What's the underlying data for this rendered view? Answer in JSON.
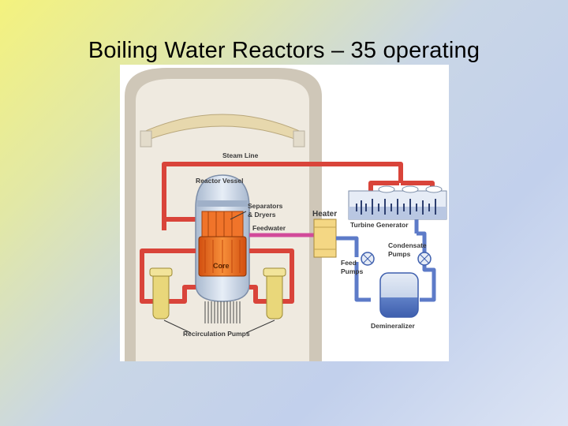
{
  "slide": {
    "title": "Boiling Water Reactors – 35 operating"
  },
  "diagram": {
    "labels": {
      "steam_line": "Steam Line",
      "reactor_vessel": "Reactor Vessel",
      "separators": "Separators",
      "dryers": "& Dryers",
      "heater": "Heater",
      "feedwater": "Feedwater",
      "turbine_generator": "Turbine Generator",
      "condensate_1": "Condensate",
      "condensate_2": "Pumps",
      "feed_1": "Feed",
      "feed_2": "Pumps",
      "core": "Core",
      "demineralizer": "Demineralizer",
      "recirculation_pumps": "Recirculation Pumps"
    },
    "colors": {
      "steam": "#d9443a",
      "feedwater": "#d24a9a",
      "condensate": "#5d7bc8",
      "core": "#e8661c",
      "vessel": "#b9c6d8",
      "containment": "#e9e3d6",
      "heater": "#f4d784",
      "pump": "#e9d77a"
    }
  }
}
